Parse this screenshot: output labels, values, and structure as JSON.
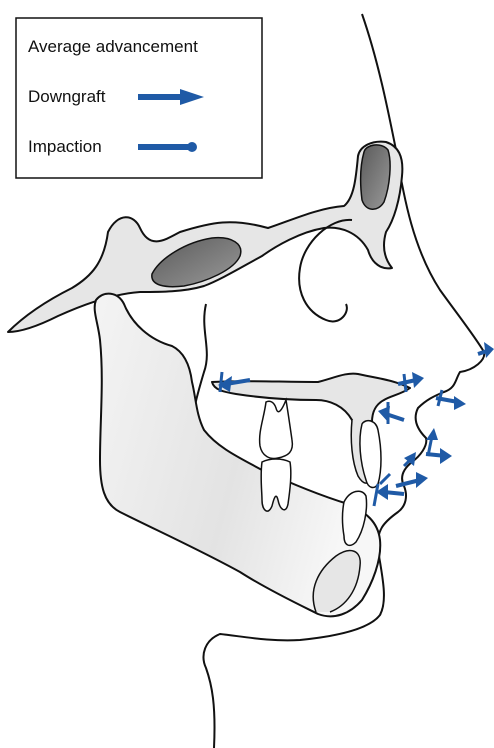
{
  "legend": {
    "title": "Average advancement",
    "downgraft_label": "Downgraft",
    "impaction_label": "Impaction"
  },
  "colors": {
    "arrow": "#1f5aa6",
    "bone_fill": "#e6e6e6",
    "sinus_fill": "#6f6f6f",
    "outline": "#111111"
  },
  "icons": [
    "downgraft-arrow-icon",
    "impaction-line-icon"
  ]
}
